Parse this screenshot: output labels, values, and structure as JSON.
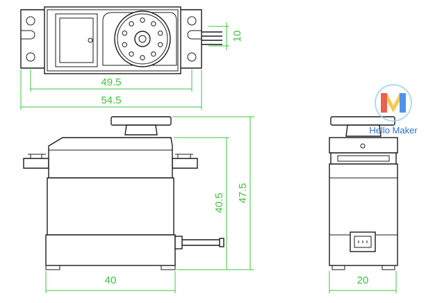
{
  "dimensions": {
    "d10": "10",
    "d49_5": "49.5",
    "d54_5": "54.5",
    "d40_5": "40.5",
    "d47_5": "47.5",
    "d40": "40",
    "d20": "20"
  },
  "watermark": {
    "text": "Hello Maker",
    "colors": {
      "m_left": "#e8452f",
      "m_mid": "#f4c132",
      "m_right": "#2f7fe6",
      "ring": "#9ad0f5",
      "text": "#2b6fd6"
    }
  },
  "colors": {
    "line": "#1a1a1a",
    "dimension": "#3cc43c"
  }
}
